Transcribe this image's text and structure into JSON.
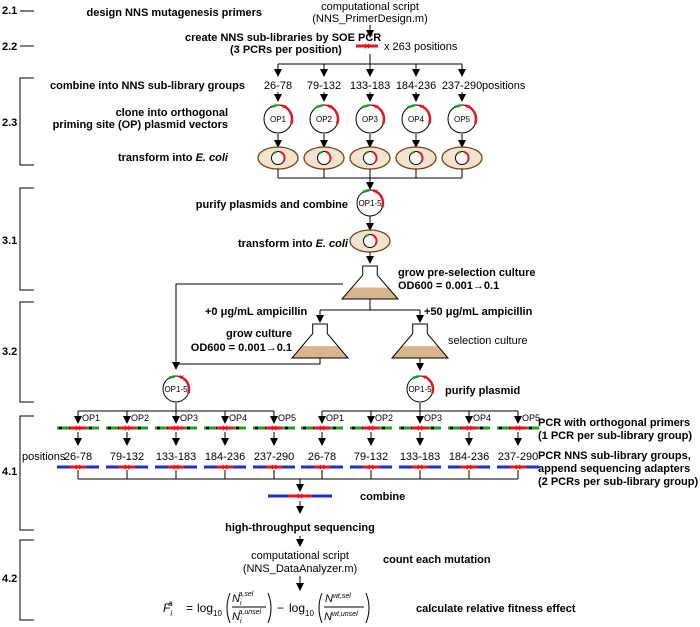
{
  "sections": {
    "s21": "2.1",
    "s22": "2.2",
    "s23": "2.3",
    "s31": "3.1",
    "s32": "3.2",
    "s41": "4.1",
    "s42": "4.2"
  },
  "steps": {
    "design_primers": "design NNS mutagenesis primers",
    "comp_script_top_line1": "computational script",
    "comp_script_top_line2": "(NNS_PrimerDesign.m)",
    "create_sublibraries": "create NNS sub-libraries by SOE PCR",
    "pcrs_per_position": "(3 PCRs per position)",
    "x_positions": "x 263 positions",
    "combine_groups": "combine into NNS sub-library groups",
    "positions_word": "positions",
    "clone_line1": "clone into orthogonal",
    "clone_line2": "priming site (OP) plasmid vectors",
    "transform_prefix": "transform into ",
    "ecoli": "E. coli",
    "purify_combine": "purify plasmids and combine",
    "grow_preselection": "grow pre-selection culture",
    "od_preselection": "OD600 = 0.001→0.1",
    "amp0": "+0 μg/mL ampicillin",
    "amp50": "+50 μg/mL ampicillin",
    "grow_culture": "grow culture",
    "od_culture": "OD600 = 0.001→0.1",
    "selection_culture": "selection culture",
    "purify_plasmid": "purify plasmid",
    "pcr_orthogonal_line1": "PCR with orthogonal primers",
    "pcr_orthogonal_line2": "(1 PCR per sub-library group)",
    "pcr_nns_line1": "PCR NNS sub-library groups,",
    "pcr_nns_line2": "append sequencing adapters",
    "pcr_nns_line3": "(2 PCRs per sub-library group)",
    "combine": "combine",
    "hts": "high-throughput sequencing",
    "comp_script_bottom_line1": "computational script",
    "comp_script_bottom_line2": "(NNS_DataAnalyzer.m)",
    "count_mutation": "count each mutation",
    "relative_fitness": "calculate relative fitness effect"
  },
  "groups": [
    "26-78",
    "79-132",
    "133-183",
    "184-236",
    "237-290"
  ],
  "plasmids": [
    "OP1",
    "OP2",
    "OP3",
    "OP4",
    "OP5"
  ],
  "pooled_plasmid": "OP1-5",
  "formula": {
    "lhs": "F",
    "lhs_sub": "i",
    "lhs_sup": "a",
    "eq": "=",
    "log": "log",
    "log_base": "10",
    "num1": "N",
    "num1_sub": "i",
    "num1_sup": "a,sel",
    "den1": "N",
    "den1_sub": "i",
    "den1_sup": "a,unsel",
    "minus": "−",
    "num2": "N",
    "num2_sup": "wt,sel",
    "den2": "N",
    "den2_sup": "wt,unsel"
  },
  "colors": {
    "green": "#1aa31a",
    "red": "#e8141b",
    "blue": "#1c2fd1",
    "cell_fill": "#f3e3cf",
    "cell_stroke": "#7a3f12",
    "flask_medium": "#d9b48c"
  }
}
